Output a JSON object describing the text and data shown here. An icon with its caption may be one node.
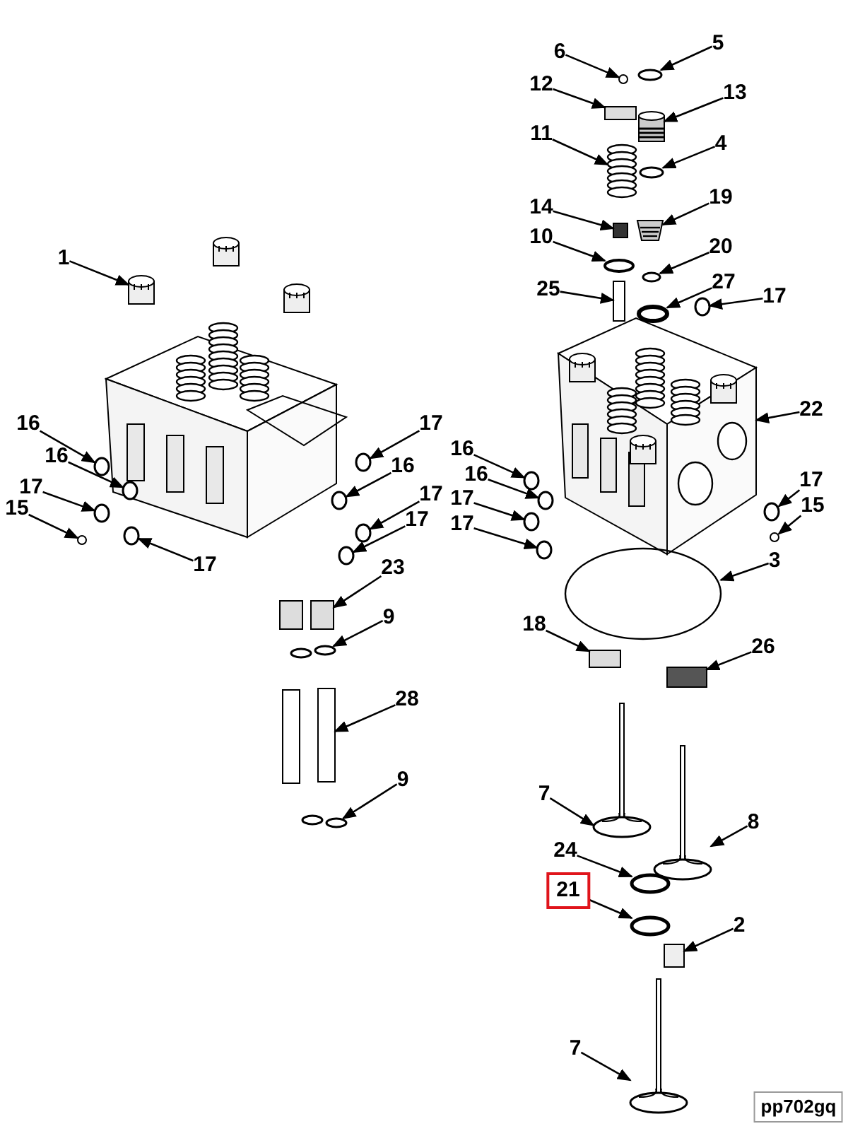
{
  "diagram": {
    "nodes": [
      {
        "text": [
          "5"
        ]
      },
      {
        "text": [
          "6"
        ]
      },
      {
        "text": [
          "12"
        ]
      },
      {
        "text": [
          "13"
        ]
      },
      {
        "text": [
          "11"
        ]
      },
      {
        "text": [
          "4"
        ]
      },
      {
        "text": [
          "19"
        ]
      },
      {
        "text": [
          "14"
        ]
      },
      {
        "text": [
          "10"
        ]
      },
      {
        "text": [
          "20"
        ]
      },
      {
        "text": [
          "1"
        ]
      },
      {
        "text": [
          "25"
        ]
      },
      {
        "text": [
          "27"
        ]
      },
      {
        "text": [
          "17"
        ]
      },
      {
        "text": [
          "22"
        ]
      },
      {
        "text": [
          "16"
        ]
      },
      {
        "text": [
          "17"
        ]
      },
      {
        "text": [
          "16"
        ]
      },
      {
        "text": [
          "16"
        ]
      },
      {
        "text": [
          "16"
        ]
      },
      {
        "text": [
          "16"
        ]
      },
      {
        "text": [
          "17"
        ]
      },
      {
        "text": [
          "17"
        ]
      },
      {
        "text": [
          "17"
        ]
      },
      {
        "text": [
          "17"
        ]
      },
      {
        "text": [
          "15"
        ]
      },
      {
        "text": [
          "15"
        ]
      },
      {
        "text": [
          "17"
        ]
      },
      {
        "text": [
          "17"
        ]
      },
      {
        "text": [
          "3"
        ]
      },
      {
        "text": [
          "17"
        ]
      },
      {
        "text": [
          "23"
        ]
      },
      {
        "text": [
          "9"
        ]
      },
      {
        "text": [
          "18"
        ]
      },
      {
        "text": [
          "26"
        ]
      },
      {
        "text": [
          "28"
        ]
      },
      {
        "text": [
          "9"
        ]
      },
      {
        "text": [
          "7"
        ]
      },
      {
        "text": [
          "8"
        ]
      },
      {
        "text": [
          "24"
        ]
      },
      {
        "text": [
          "21"
        ]
      },
      {
        "text": [
          "2"
        ]
      },
      {
        "text": [
          "7"
        ]
      },
      {
        "text": [
          "pp702gq"
        ]
      },
      {
        "text": [],
        "shape": "circle"
      },
      {
        "text": [],
        "shape": "circle"
      },
      {
        "text": [],
        "shape": "box"
      },
      {
        "text": [],
        "shape": "picture"
      },
      {
        "text": [],
        "shape": "picture"
      },
      {
        "text": [],
        "shape": "circle"
      },
      {
        "text": [],
        "shape": "picture"
      },
      {
        "text": [],
        "shape": "box"
      },
      {
        "text": [],
        "shape": "circle"
      },
      {
        "text": [],
        "shape": "circle"
      },
      {
        "text": [],
        "shape": "picture"
      },
      {
        "text": [],
        "shape": "box"
      },
      {
        "text": [],
        "shape": "circle"
      },
      {
        "text": [],
        "shape": "circle"
      },
      {
        "text": [],
        "shape": "picture"
      },
      {
        "text": [],
        "shape": "circle"
      },
      {
        "text": [],
        "shape": "circle"
      },
      {
        "text": [],
        "shape": "circle"
      },
      {
        "text": [],
        "shape": "circle"
      },
      {
        "text": [],
        "shape": "circle"
      },
      {
        "text": [],
        "shape": "circle"
      },
      {
        "text": [],
        "shape": "circle"
      },
      {
        "text": [],
        "shape": "circle"
      },
      {
        "text": [],
        "shape": "circle"
      },
      {
        "text": [],
        "shape": "circle"
      },
      {
        "text": [],
        "shape": "circle"
      },
      {
        "text": [],
        "shape": "circle"
      },
      {
        "text": [],
        "shape": "circle"
      },
      {
        "text": [],
        "shape": "circle"
      },
      {
        "text": [],
        "shape": "circle"
      },
      {
        "text": [],
        "shape": "circle"
      },
      {
        "text": [],
        "shape": "box"
      },
      {
        "text": [],
        "shape": "circle"
      },
      {
        "text": [],
        "shape": "box"
      },
      {
        "text": [],
        "shape": "box"
      },
      {
        "text": [],
        "shape": "box"
      },
      {
        "text": [],
        "shape": "circle"
      },
      {
        "text": [],
        "shape": "picture"
      },
      {
        "text": [],
        "shape": "picture"
      },
      {
        "text": [],
        "shape": "circle"
      },
      {
        "text": [],
        "shape": "circle"
      },
      {
        "text": [],
        "shape": "box"
      },
      {
        "text": [],
        "shape": "picture"
      },
      {
        "text": [],
        "shape": "picture"
      },
      {
        "text": [],
        "shape": "picture"
      },
      {
        "text": [],
        "shape": "box"
      },
      {
        "text": [],
        "shape": "circle"
      },
      {
        "text": [],
        "shape": "box"
      },
      {
        "text": [],
        "shape": "circle"
      }
    ],
    "edges": [
      {
        "from": 0,
        "to": 44,
        "arrow": "to"
      },
      {
        "from": 1,
        "to": 45,
        "arrow": "to"
      },
      {
        "from": 2,
        "to": 46,
        "arrow": "to"
      },
      {
        "from": 3,
        "to": 47,
        "arrow": "to"
      },
      {
        "from": 4,
        "to": 48,
        "arrow": "to"
      },
      {
        "from": 5,
        "to": 49,
        "arrow": "to"
      },
      {
        "from": 6,
        "to": 50,
        "arrow": "to"
      },
      {
        "from": 7,
        "to": 51,
        "arrow": "to"
      },
      {
        "from": 8,
        "to": 52,
        "arrow": "to"
      },
      {
        "from": 9,
        "to": 53,
        "arrow": "to"
      },
      {
        "from": 10,
        "to": 54,
        "arrow": "to"
      },
      {
        "from": 11,
        "to": 55,
        "arrow": "to"
      },
      {
        "from": 12,
        "to": 56,
        "arrow": "to"
      },
      {
        "from": 13,
        "to": 57,
        "arrow": "to"
      },
      {
        "from": 14,
        "to": 58,
        "arrow": "to"
      },
      {
        "from": 15,
        "to": 59,
        "arrow": "to"
      },
      {
        "from": 16,
        "to": 60,
        "arrow": "to"
      },
      {
        "from": 17,
        "to": 61,
        "arrow": "to"
      },
      {
        "from": 18,
        "to": 62,
        "arrow": "to"
      },
      {
        "from": 19,
        "to": 63,
        "arrow": "to"
      },
      {
        "from": 20,
        "to": 64,
        "arrow": "to"
      },
      {
        "from": 21,
        "to": 65,
        "arrow": "to"
      },
      {
        "from": 22,
        "to": 66,
        "arrow": "to"
      },
      {
        "from": 23,
        "to": 67,
        "arrow": "to"
      },
      {
        "from": 24,
        "to": 68,
        "arrow": "to"
      },
      {
        "from": 25,
        "to": 69,
        "arrow": "to"
      },
      {
        "from": 26,
        "to": 70,
        "arrow": "to"
      },
      {
        "from": 27,
        "to": 71,
        "arrow": "to"
      },
      {
        "from": 28,
        "to": 72,
        "arrow": "to"
      },
      {
        "from": 29,
        "to": 73,
        "arrow": "to"
      },
      {
        "from": 30,
        "to": 74,
        "arrow": "to"
      },
      {
        "from": 31,
        "to": 75,
        "arrow": "to"
      },
      {
        "from": 32,
        "to": 76,
        "arrow": "to"
      },
      {
        "from": 33,
        "to": 77,
        "arrow": "to"
      },
      {
        "from": 34,
        "to": 78,
        "arrow": "to"
      },
      {
        "from": 35,
        "to": 79,
        "arrow": "to"
      },
      {
        "from": 36,
        "to": 80,
        "arrow": "to"
      },
      {
        "from": 37,
        "to": 81,
        "arrow": "to"
      },
      {
        "from": 38,
        "to": 82,
        "arrow": "to"
      },
      {
        "from": 39,
        "to": 83,
        "arrow": "to"
      },
      {
        "from": 40,
        "to": 84,
        "arrow": "to"
      },
      {
        "from": 41,
        "to": 85,
        "arrow": "to"
      },
      {
        "from": 42,
        "to": 86,
        "arrow": "to"
      }
    ]
  }
}
